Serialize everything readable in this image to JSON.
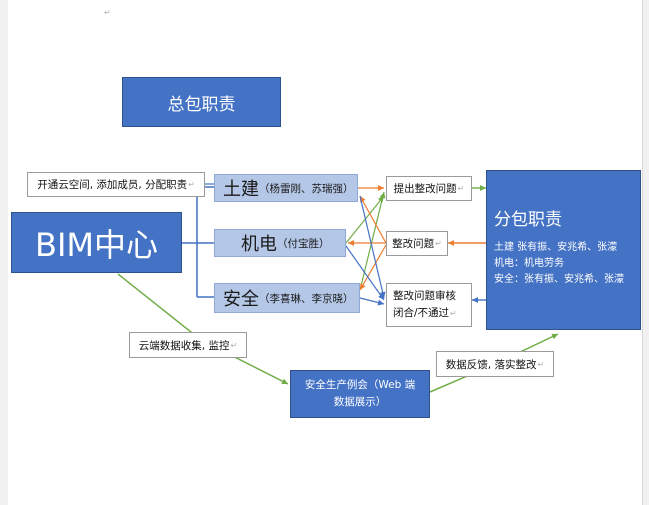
{
  "marks": {
    "return_glyph": "↵"
  },
  "boxes": {
    "general_contractor": "总包职责",
    "bim_center": "BIM中心",
    "open_cloud": "开通云空间, 添加成员, 分配职责",
    "civil": {
      "title": "土建",
      "people": "（杨雷刚、苏瑞强）"
    },
    "mep": {
      "title": "机电",
      "people": "（付宝胜）"
    },
    "safety": {
      "title": "安全",
      "people": "（李喜琳、李京晓）"
    },
    "raise_issue": "提出整改问题",
    "rectify_issue": "整改问题",
    "review": {
      "line1": "整改问题审核",
      "line2": "闭合/不通过"
    },
    "sub": {
      "title": "分包职责",
      "line1": "土建 张有振、安兆希、张濛",
      "line2": "机电：机电劳务",
      "line3": "安全：张有振、安兆希、张濛"
    },
    "cloud_collect": "云端数据收集, 监控",
    "safety_meeting": {
      "line1": "安全生产例会（Web 端",
      "line2": "数据展示）"
    },
    "feedback": "数据反馈, 落实整改"
  },
  "colors": {
    "box_blue": "#4472c4",
    "box_light_blue": "#b4c7e7",
    "arrow_green": "#70ad47",
    "arrow_orange": "#ed7d31",
    "arrow_blue": "#4472c4"
  }
}
